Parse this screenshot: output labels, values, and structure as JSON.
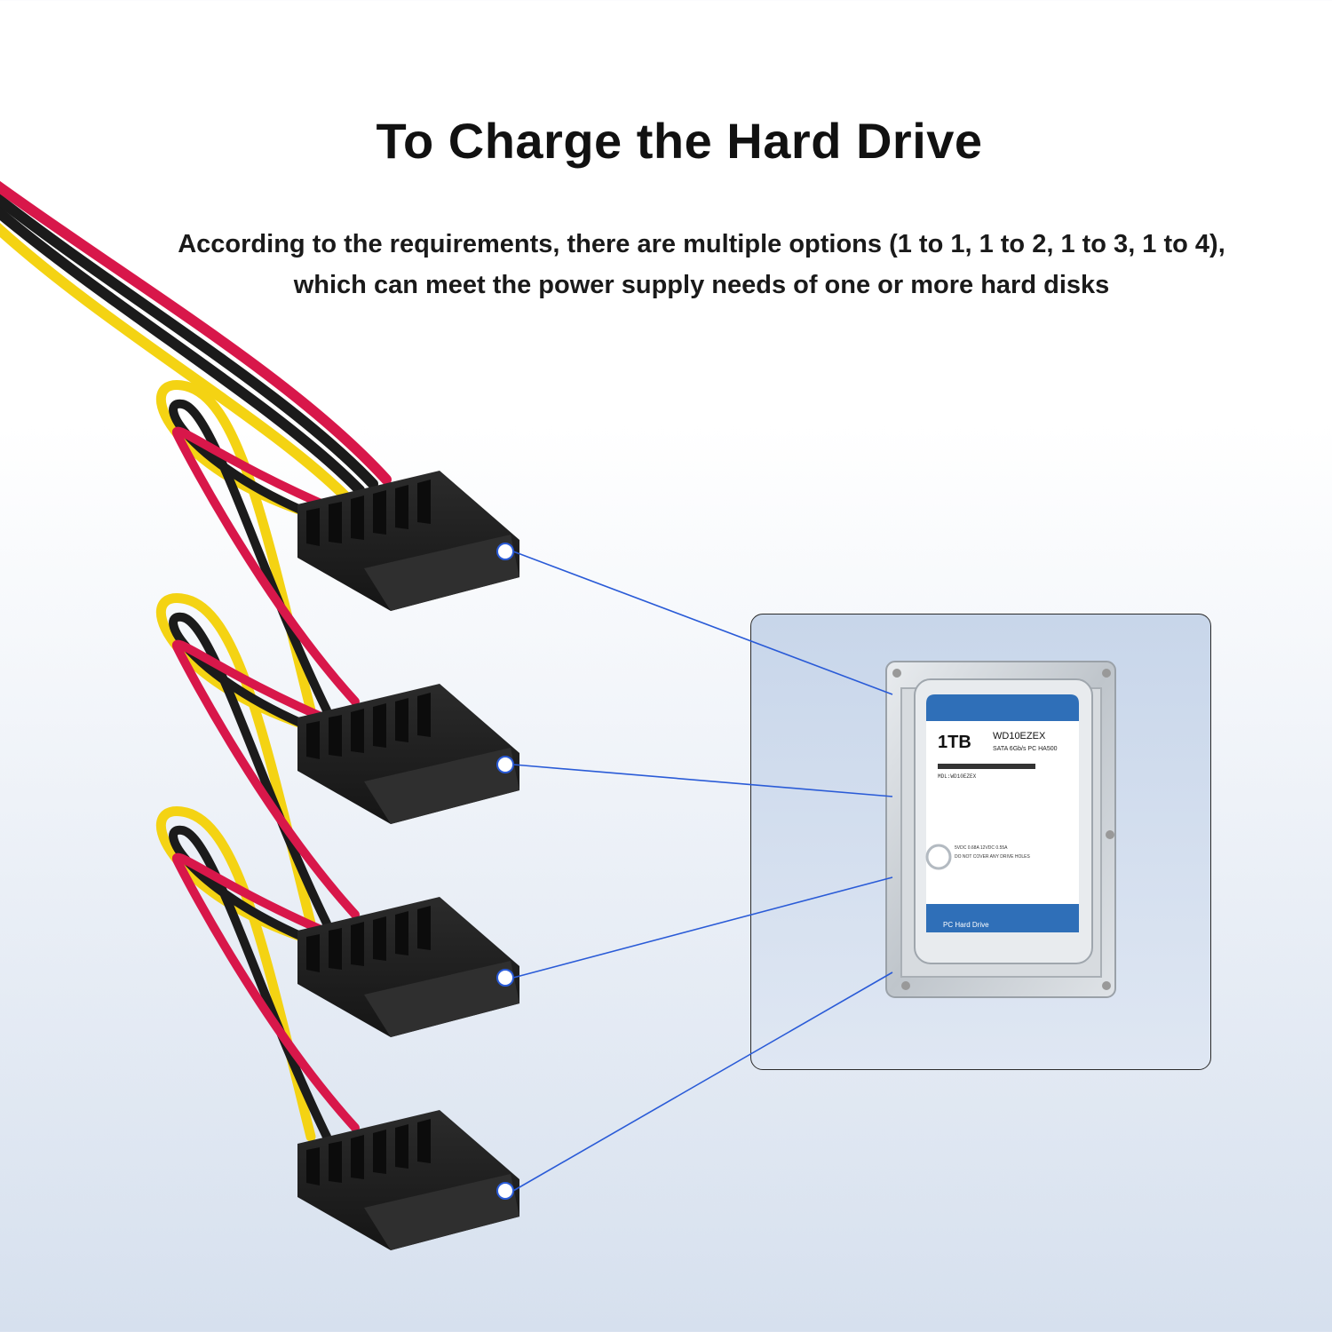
{
  "header": {
    "title": "To Charge the Hard Drive",
    "subtitle_line1": "According to the requirements, there are multiple options (1 to 1, 1 to 2, 1 to 3, 1 to 4),",
    "subtitle_line2": "which can meet the power supply needs of one or more hard disks"
  },
  "hard_drive": {
    "capacity": "1TB",
    "model": "WD10EZEX",
    "interface": "SATA 6Gb/s  PC HA500",
    "serial": "MDL:WD10EZEX",
    "power_rating": "5VDC 0.68A  12VDC 0.55A",
    "warning": "DO NOT COVER ANY DRIVE HOLES",
    "product_line": "PC Hard Drive"
  },
  "colors": {
    "label_blue": "#2f6fb8",
    "connector_line": "#2a5bd7",
    "wire_yellow": "#f4d313",
    "wire_red": "#d8174a",
    "wire_black": "#1b1b1b"
  }
}
